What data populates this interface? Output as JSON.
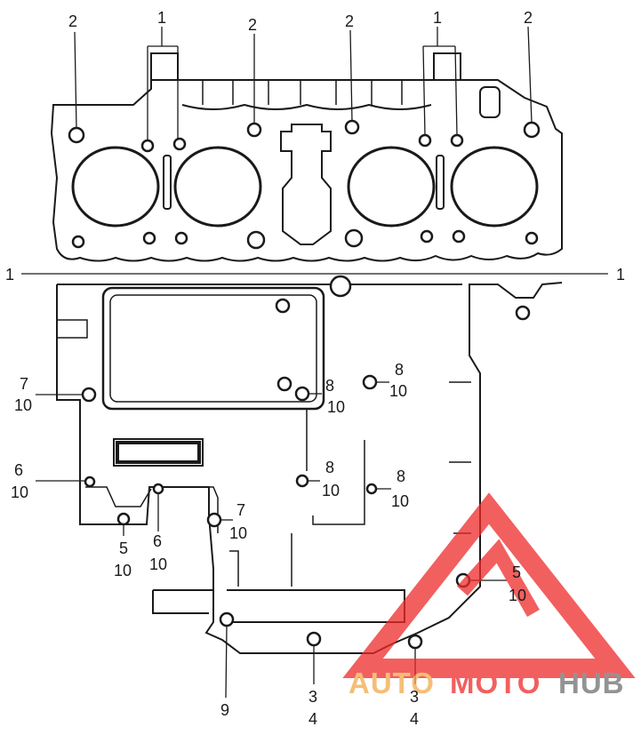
{
  "callouts": [
    {
      "id": "c1",
      "text": "2"
    },
    {
      "id": "c2",
      "text": "1"
    },
    {
      "id": "c3",
      "text": "2"
    },
    {
      "id": "c4",
      "text": "2"
    },
    {
      "id": "c5",
      "text": "1"
    },
    {
      "id": "c6",
      "text": "2"
    },
    {
      "id": "c7",
      "text": "1"
    },
    {
      "id": "c8",
      "text": "1"
    },
    {
      "id": "c9",
      "text": "7"
    },
    {
      "id": "c10",
      "text": "10"
    },
    {
      "id": "c11",
      "text": "8"
    },
    {
      "id": "c12",
      "text": "10"
    },
    {
      "id": "c13",
      "text": "8"
    },
    {
      "id": "c14",
      "text": "10"
    },
    {
      "id": "c15",
      "text": "6"
    },
    {
      "id": "c16",
      "text": "10"
    },
    {
      "id": "c17",
      "text": "8"
    },
    {
      "id": "c18",
      "text": "10"
    },
    {
      "id": "c19",
      "text": "8"
    },
    {
      "id": "c20",
      "text": "10"
    },
    {
      "id": "c21",
      "text": "7"
    },
    {
      "id": "c22",
      "text": "10"
    },
    {
      "id": "c23",
      "text": "5"
    },
    {
      "id": "c24",
      "text": "10"
    },
    {
      "id": "c25",
      "text": "6"
    },
    {
      "id": "c26",
      "text": "10"
    },
    {
      "id": "c27",
      "text": "5"
    },
    {
      "id": "c28",
      "text": "10"
    },
    {
      "id": "c29",
      "text": "9"
    },
    {
      "id": "c30",
      "text": "3"
    },
    {
      "id": "c31",
      "text": "4"
    },
    {
      "id": "c32",
      "text": "3"
    },
    {
      "id": "c33",
      "text": "4"
    }
  ],
  "watermark": {
    "part1": "AUTO",
    "part2": "MOTO",
    "part3": "HUB",
    "color_orange": "#f2a94a",
    "color_red": "#ee2a2a",
    "color_gray": "#6f6f6f"
  },
  "colors": {
    "ink": "#1a1a1a",
    "paper": "#ffffff"
  }
}
